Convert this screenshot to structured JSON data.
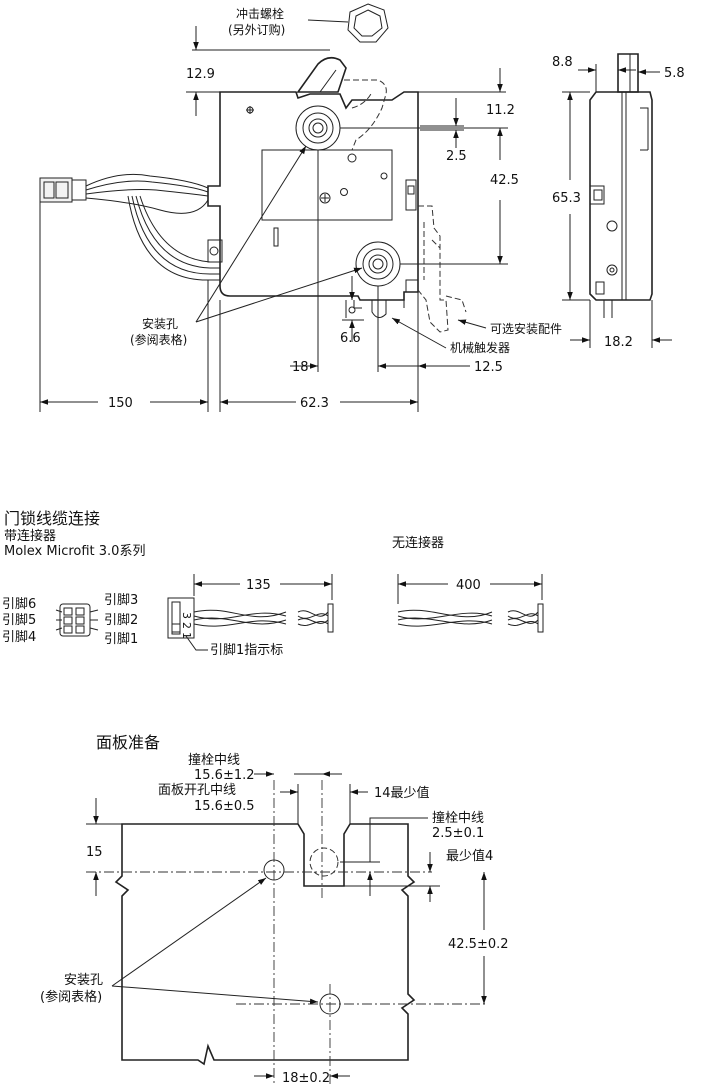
{
  "top_view": {
    "impact_bolt": "冲击螺栓",
    "sold_separately": "(另外订购)",
    "dim_12_9": "12.9",
    "dim_11_2": "11.2",
    "dim_2_5": "2.5",
    "dim_42_5": "42.5",
    "dim_6_6": "6.6",
    "dim_18": "18",
    "dim_12_5": "12.5",
    "dim_150": "150",
    "dim_62_3": "62.3",
    "mount_hole": "安装孔",
    "see_table": "(参阅表格)",
    "optional_fitting": "可选安装配件",
    "mech_trigger": "机械触发器"
  },
  "side_view": {
    "dim_8_8": "8.8",
    "dim_5_8": "5.8",
    "dim_65_3": "65.3",
    "dim_18_2": "18.2"
  },
  "wiring": {
    "title": "门锁线缆连接",
    "with_connector": "带连接器",
    "molex": "Molex Microfit 3.0系列",
    "without_connector": "无连接器",
    "dim_135": "135",
    "dim_400": "400",
    "pin6": "引脚6",
    "pin5": "引脚5",
    "pin4": "引脚4",
    "pin3": "引脚3",
    "pin2": "引脚2",
    "pin1": "引脚1",
    "pin1_indicator": "引脚1指示标",
    "conn_num_1": "1",
    "conn_num_2": "2",
    "conn_num_3": "3"
  },
  "panel": {
    "title": "面板准备",
    "strike_center": "撞栓中线",
    "strike_center_tol": "15.6±1.2",
    "panel_hole_center": "面板开孔中线",
    "panel_hole_tol": "15.6±0.5",
    "min_14": "14最少值",
    "strike_center2": "撞栓中线",
    "strike_center2_tol": "2.5±0.1",
    "min_4": "最少值4",
    "dim_15": "15",
    "dim_42_5_tol": "42.5±0.2",
    "mount_hole": "安装孔",
    "see_table": "(参阅表格)",
    "dim_18_tol": "18±0.2"
  }
}
